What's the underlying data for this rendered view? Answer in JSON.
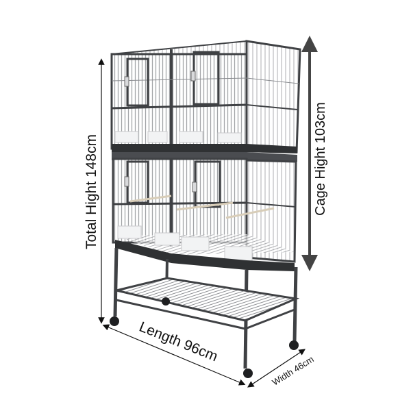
{
  "product": {
    "type": "double stacked bird breeding cage on rolling stand",
    "frame_color": "#3f4144",
    "bar_color": "#9a9c9f",
    "tray_color": "#2f3133",
    "cup_color": "#f2f3f4",
    "perch_color": "#d8cdb8"
  },
  "dimensions": {
    "total_height": "Total Hight 148cm",
    "cage_height": "Cage Hight 103cm",
    "length": "Length 96cm",
    "width": "Width 46cm"
  },
  "colors": {
    "arrow": "#111111",
    "cage_arrow": "#444444",
    "background": "#ffffff"
  }
}
